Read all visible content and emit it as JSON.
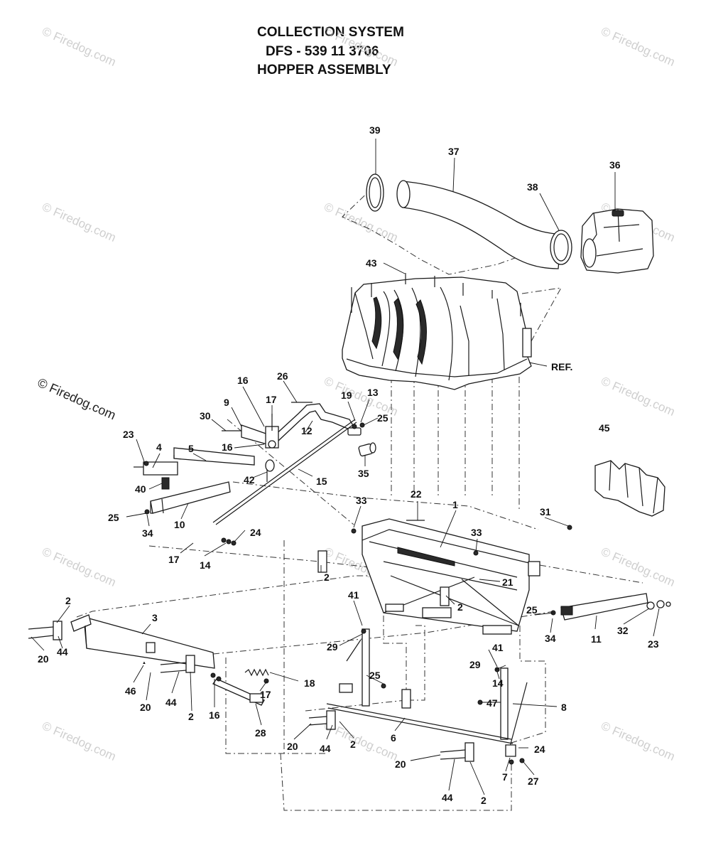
{
  "titles": {
    "line1": "COLLECTION SYSTEM",
    "line2": "DFS - 539 11 3706",
    "line3": "HOPPER ASSEMBLY"
  },
  "watermark": "© Firedog.com",
  "callouts": {
    "c39": "39",
    "c37": "37",
    "c36": "36",
    "c38": "38",
    "c43": "43",
    "ref": "REF.",
    "c26": "26",
    "c16a": "16",
    "c17a": "17",
    "c9": "9",
    "c30": "30",
    "c19": "19",
    "c13": "13",
    "c25a": "25",
    "c23a": "23",
    "c4": "4",
    "c5": "5",
    "c16b": "16",
    "c12": "12",
    "c35": "35",
    "c40": "40",
    "c42": "42",
    "c15": "15",
    "c25b": "25",
    "c34a": "34",
    "c10": "10",
    "c24a": "24",
    "c17b": "17",
    "c14a": "14",
    "c22": "22",
    "c33a": "33",
    "c1": "1",
    "c31": "31",
    "c33b": "33",
    "c45": "45",
    "c2a": "2",
    "c21": "21",
    "c2b": "2",
    "c41a": "41",
    "c2c": "2",
    "c25c": "25",
    "c34b": "34",
    "c11": "11",
    "c32": "32",
    "c23b": "23",
    "c3": "3",
    "c29a": "29",
    "c25d": "25",
    "c41b": "41",
    "c29b": "29",
    "c20a": "20",
    "c44a": "44",
    "c46": "46",
    "c20b": "20",
    "c44b": "44",
    "c2d": "2",
    "c16c": "16",
    "c17c": "17",
    "c18": "18",
    "c14b": "14",
    "c47": "47",
    "c8": "8",
    "c28": "28",
    "c6": "6",
    "c20c": "20",
    "c44c": "44",
    "c2e": "2",
    "c24b": "24",
    "c20d": "20",
    "c7": "7",
    "c27": "27",
    "c44d": "44",
    "c2f": "2"
  }
}
